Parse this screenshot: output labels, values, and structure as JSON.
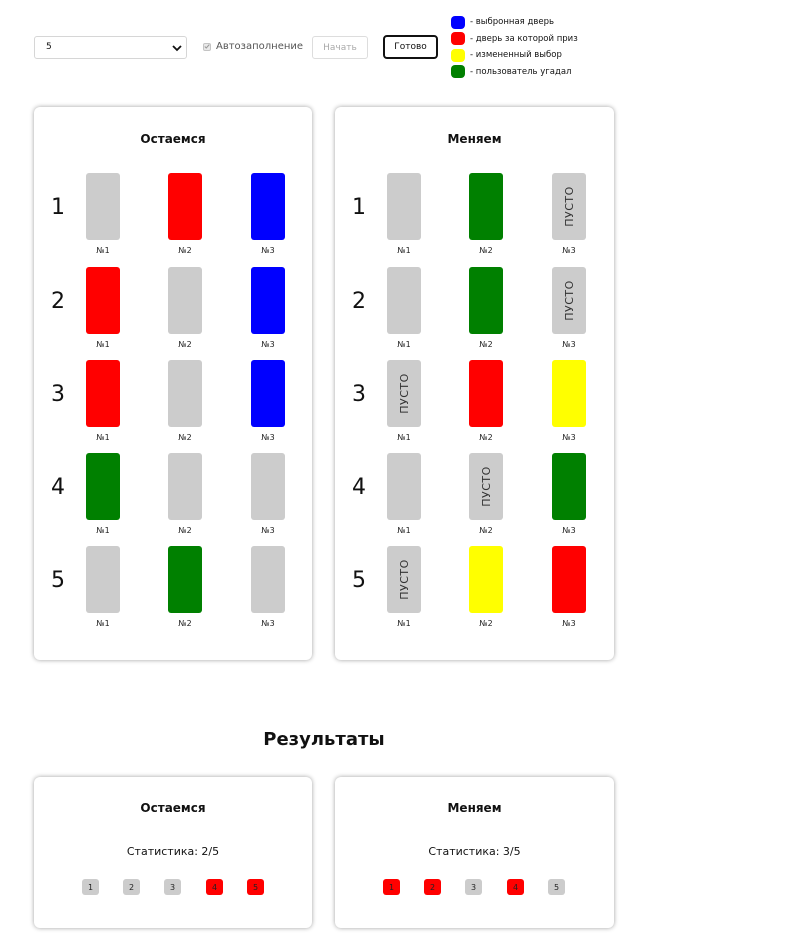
{
  "controls": {
    "count_value": "5",
    "autofill_label": "Автозаполнение",
    "start_label": "Начать",
    "done_label": "Готово"
  },
  "colors": {
    "selected": "#0000ff",
    "prize": "#ff0000",
    "changed": "#ffff00",
    "guessed": "#008000",
    "empty": "#cccccc"
  },
  "legend": [
    {
      "color": "#0000ff",
      "text": "- выбронная дверь"
    },
    {
      "color": "#ff0000",
      "text": "- дверь за которой приз"
    },
    {
      "color": "#ffff00",
      "text": "- измененный выбор"
    },
    {
      "color": "#008000",
      "text": "- пользователь угадал"
    }
  ],
  "door_labels": [
    "№1",
    "№2",
    "№3"
  ],
  "stay_panel": {
    "title": "Остаемся",
    "rows": [
      {
        "num": "1",
        "doors": [
          {
            "state": "empty",
            "text": ""
          },
          {
            "state": "prize",
            "text": ""
          },
          {
            "state": "selected",
            "text": ""
          }
        ]
      },
      {
        "num": "2",
        "doors": [
          {
            "state": "prize",
            "text": ""
          },
          {
            "state": "empty",
            "text": ""
          },
          {
            "state": "selected",
            "text": ""
          }
        ]
      },
      {
        "num": "3",
        "doors": [
          {
            "state": "prize",
            "text": ""
          },
          {
            "state": "empty",
            "text": ""
          },
          {
            "state": "selected",
            "text": ""
          }
        ]
      },
      {
        "num": "4",
        "doors": [
          {
            "state": "guessed",
            "text": ""
          },
          {
            "state": "empty",
            "text": ""
          },
          {
            "state": "empty",
            "text": ""
          }
        ]
      },
      {
        "num": "5",
        "doors": [
          {
            "state": "empty",
            "text": ""
          },
          {
            "state": "guessed",
            "text": ""
          },
          {
            "state": "empty",
            "text": ""
          }
        ]
      }
    ]
  },
  "change_panel": {
    "title": "Меняем",
    "rows": [
      {
        "num": "1",
        "doors": [
          {
            "state": "empty",
            "text": ""
          },
          {
            "state": "guessed",
            "text": ""
          },
          {
            "state": "empty",
            "text": "ПУСТО"
          }
        ]
      },
      {
        "num": "2",
        "doors": [
          {
            "state": "empty",
            "text": ""
          },
          {
            "state": "guessed",
            "text": ""
          },
          {
            "state": "empty",
            "text": "ПУСТО"
          }
        ]
      },
      {
        "num": "3",
        "doors": [
          {
            "state": "empty",
            "text": "ПУСТО"
          },
          {
            "state": "prize",
            "text": ""
          },
          {
            "state": "changed",
            "text": ""
          }
        ]
      },
      {
        "num": "4",
        "doors": [
          {
            "state": "empty",
            "text": ""
          },
          {
            "state": "empty",
            "text": "ПУСТО"
          },
          {
            "state": "guessed",
            "text": ""
          }
        ]
      },
      {
        "num": "5",
        "doors": [
          {
            "state": "empty",
            "text": "ПУСТО"
          },
          {
            "state": "changed",
            "text": ""
          },
          {
            "state": "prize",
            "text": ""
          }
        ]
      }
    ]
  },
  "results": {
    "title": "Результаты",
    "stay": {
      "title": "Остаемся",
      "stat": "Статистика: 2/5",
      "chips": [
        {
          "label": "1",
          "state": "empty"
        },
        {
          "label": "2",
          "state": "empty"
        },
        {
          "label": "3",
          "state": "empty"
        },
        {
          "label": "4",
          "state": "prize"
        },
        {
          "label": "5",
          "state": "prize"
        }
      ]
    },
    "change": {
      "title": "Меняем",
      "stat": "Статистика: 3/5",
      "chips": [
        {
          "label": "1",
          "state": "prize"
        },
        {
          "label": "2",
          "state": "prize"
        },
        {
          "label": "3",
          "state": "empty"
        },
        {
          "label": "4",
          "state": "prize"
        },
        {
          "label": "5",
          "state": "empty"
        }
      ]
    }
  }
}
